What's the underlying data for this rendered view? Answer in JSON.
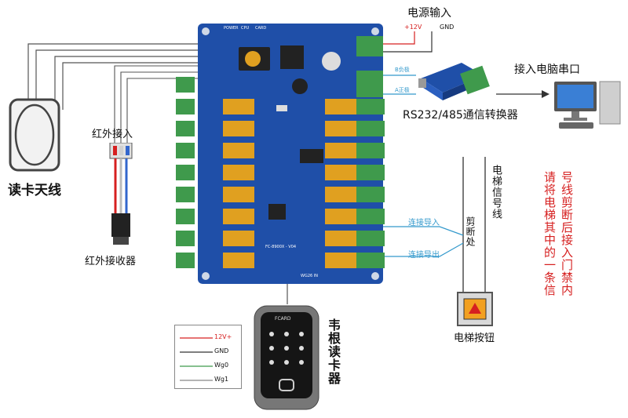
{
  "power": {
    "title": "电源输入",
    "v12": "+12V",
    "gnd": "GND"
  },
  "antenna": {
    "label": "读卡天线"
  },
  "ir": {
    "in_label": "红外接入",
    "receiver_label": "红外接收器"
  },
  "converter": {
    "label": "RS232/485通信转换器",
    "b_minus": "B负极",
    "a_plus": "A正极"
  },
  "computer": {
    "label": "接入电脑串口"
  },
  "elevator": {
    "signal_label": "电梯信号线",
    "cut_label": "剪断处",
    "conn_in": "连接导入",
    "conn_out": "连接导出",
    "button_label": "电梯按钮"
  },
  "note": {
    "col1": "号线剪断后接入门禁内",
    "col2": "请将电梯其中的一条信"
  },
  "wiegand": {
    "label": "韦根读卡器",
    "brand": "FCARD",
    "legend": [
      "12V+",
      "GND",
      "Wg0",
      "Wg1"
    ]
  },
  "board": {
    "model": "FC-8900X - V04",
    "top_labels": [
      "POWER",
      "CPU",
      "CARD"
    ],
    "bottom_label": "WG26 IN"
  },
  "colors": {
    "pcb": "#1f4fa8",
    "terminal": "#3f9a4c",
    "relay": "#e0a020",
    "red_text": "#d62020",
    "wire_blue": "#3399cc",
    "arrow": "#333333"
  }
}
